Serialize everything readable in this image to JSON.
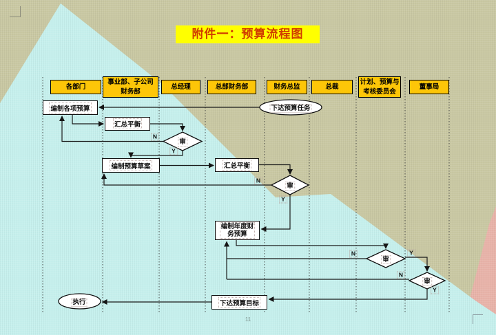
{
  "slide": {
    "title": "附件一：预算流程图",
    "page_number": "11"
  },
  "lanes": [
    "各部门",
    "事业部、子公司\n财务部",
    "总经理",
    "总部财务部",
    "财务总监",
    "总裁",
    "计划、预算与\n考核委员会",
    "董事局"
  ],
  "nodes": {
    "prepare_budgets": "编制各项预算",
    "issue_task": "下达预算任务",
    "balance1": "汇总平衡",
    "review": "审",
    "draft_budget": "编制预算草案",
    "balance2": "汇总平衡",
    "annual_budget": "编制年度财\n务预算",
    "issue_target": "下达预算目标",
    "execute": "执行"
  },
  "branch_labels": {
    "yes": "Y",
    "no": "N"
  },
  "colors": {
    "header_fill": "#fdc608",
    "title_bg": "#ffff00",
    "title_text": "#d03b00",
    "background_khaki": "#c9c8a3",
    "triangle_cyan": "#c6f0ed",
    "wedge_pink": "#e8b3a9"
  }
}
